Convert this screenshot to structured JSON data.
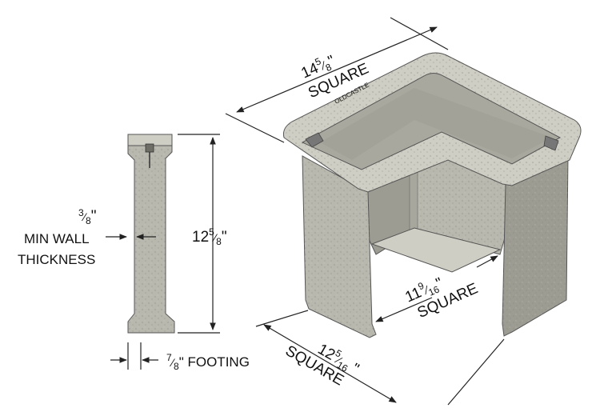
{
  "labels": {
    "top_square": {
      "whole": "14",
      "num": "5",
      "den": "8",
      "unit": "\"",
      "word": "SQUARE"
    },
    "height": {
      "whole": "12",
      "num": "5",
      "den": "8",
      "unit": "\""
    },
    "wall": {
      "num": "3",
      "den": "8",
      "unit": "\"",
      "line1": "MIN WALL",
      "line2": "THICKNESS"
    },
    "footing": {
      "num": "7",
      "den": "8",
      "text": "\" FOOTING"
    },
    "inner_square": {
      "whole": "11",
      "num": "9",
      "den": "16",
      "unit": "\"",
      "word": "SQUARE"
    },
    "bottom_square": {
      "whole": "12",
      "num": "5",
      "den": "16",
      "unit": " \"",
      "word": "SQUARE"
    },
    "brand_mark": "OLDCASTLE"
  },
  "colors": {
    "concrete": "#b9b8ae",
    "concrete_dark": "#9d9c93",
    "concrete_light": "#cfcec4",
    "line": "#222222"
  }
}
